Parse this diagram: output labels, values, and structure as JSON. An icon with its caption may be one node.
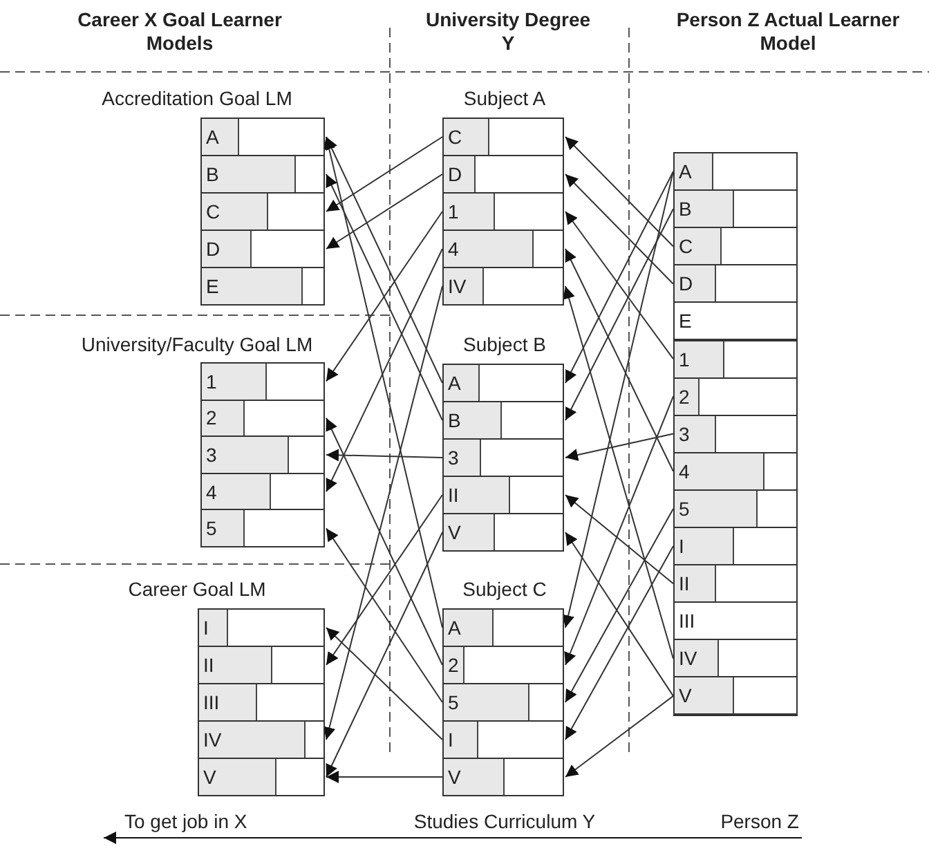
{
  "diagram": {
    "nodes": [
      {
        "text": [
          "Accreditation Goal LM"
        ]
      },
      {
        "text": [
          "A"
        ],
        "in": 0
      },
      {
        "text": [
          "B"
        ],
        "in": 0
      },
      {
        "text": [
          "C"
        ],
        "in": 0
      },
      {
        "text": [
          "D"
        ],
        "in": 0
      },
      {
        "text": [
          "E"
        ],
        "in": 0
      },
      {
        "text": [
          "University/Faculty Goal LM"
        ]
      },
      {
        "text": [
          "1"
        ],
        "in": 6
      },
      {
        "text": [
          "2"
        ],
        "in": 6
      },
      {
        "text": [
          "3"
        ],
        "in": 6
      },
      {
        "text": [
          "4"
        ],
        "in": 6
      },
      {
        "text": [
          "5"
        ],
        "in": 6
      },
      {
        "text": [
          "Career Goal LM"
        ]
      },
      {
        "text": [
          "I"
        ],
        "in": 12
      },
      {
        "text": [
          "II"
        ],
        "in": 12
      },
      {
        "text": [
          "III"
        ],
        "in": 12
      },
      {
        "text": [
          "IV"
        ],
        "in": 12
      },
      {
        "text": [
          "V"
        ],
        "in": 12
      },
      {
        "text": [
          "Subject A"
        ]
      },
      {
        "text": [
          "C"
        ],
        "in": 18
      },
      {
        "text": [
          "D"
        ],
        "in": 18
      },
      {
        "text": [
          "1"
        ],
        "in": 18
      },
      {
        "text": [
          "4"
        ],
        "in": 18
      },
      {
        "text": [
          "IV"
        ],
        "in": 18
      },
      {
        "text": [
          "Subject B"
        ]
      },
      {
        "text": [
          "A"
        ],
        "in": 24
      },
      {
        "text": [
          "B"
        ],
        "in": 24
      },
      {
        "text": [
          "3"
        ],
        "in": 24
      },
      {
        "text": [
          "II"
        ],
        "in": 24
      },
      {
        "text": [
          "V"
        ],
        "in": 24
      },
      {
        "text": [
          "Subject C"
        ]
      },
      {
        "text": [
          "A"
        ],
        "in": 30
      },
      {
        "text": [
          "2"
        ],
        "in": 30
      },
      {
        "text": [
          "5"
        ],
        "in": 30
      },
      {
        "text": [
          "I"
        ],
        "in": 30
      },
      {
        "text": [
          "V"
        ],
        "in": 30
      },
      {
        "text": [],
        "shape": "box"
      },
      {
        "text": [
          "A"
        ],
        "in": 36
      },
      {
        "text": [
          "B"
        ],
        "in": 36
      },
      {
        "text": [
          "C"
        ],
        "in": 36
      },
      {
        "text": [
          "D"
        ],
        "in": 36
      },
      {
        "text": [
          "E"
        ],
        "in": 36
      },
      {
        "text": [
          "1"
        ],
        "in": 36
      },
      {
        "text": [
          "2"
        ],
        "in": 36
      },
      {
        "text": [
          "3"
        ],
        "in": 36
      },
      {
        "text": [
          "4"
        ],
        "in": 36
      },
      {
        "text": [
          "5"
        ],
        "in": 36
      },
      {
        "text": [
          "I"
        ],
        "in": 36
      },
      {
        "text": [
          "II"
        ],
        "in": 36
      },
      {
        "text": [
          "III"
        ],
        "in": 36
      },
      {
        "text": [
          "IV"
        ],
        "in": 36
      },
      {
        "text": [
          "V"
        ],
        "in": 36
      }
    ],
    "edges": [
      {
        "from": 39,
        "to": 19,
        "arrow": "to"
      },
      {
        "from": 40,
        "to": 20,
        "arrow": "to"
      },
      {
        "from": 42,
        "to": 21,
        "arrow": "to"
      },
      {
        "from": 45,
        "to": 22,
        "arrow": "to"
      },
      {
        "from": 50,
        "to": 23,
        "arrow": "to"
      },
      {
        "from": 37,
        "to": 25,
        "arrow": "to"
      },
      {
        "from": 38,
        "to": 26,
        "arrow": "to"
      },
      {
        "from": 44,
        "to": 27,
        "arrow": "to"
      },
      {
        "from": 48,
        "to": 28,
        "arrow": "to"
      },
      {
        "from": 51,
        "to": 29,
        "arrow": "to"
      },
      {
        "from": 37,
        "to": 31,
        "arrow": "to"
      },
      {
        "from": 43,
        "to": 32,
        "arrow": "to"
      },
      {
        "from": 46,
        "to": 33,
        "arrow": "to"
      },
      {
        "from": 47,
        "to": 34,
        "arrow": "to"
      },
      {
        "from": 51,
        "to": 35,
        "arrow": "to"
      },
      {
        "from": 19,
        "to": 3,
        "arrow": "to"
      },
      {
        "from": 20,
        "to": 4,
        "arrow": "to"
      },
      {
        "from": 21,
        "to": 7,
        "arrow": "to"
      },
      {
        "from": 22,
        "to": 10,
        "arrow": "to"
      },
      {
        "from": 23,
        "to": 16,
        "arrow": "to"
      },
      {
        "from": 25,
        "to": 1,
        "arrow": "to"
      },
      {
        "from": 26,
        "to": 2,
        "arrow": "to"
      },
      {
        "from": 27,
        "to": 9,
        "arrow": "to"
      },
      {
        "from": 28,
        "to": 14,
        "arrow": "to"
      },
      {
        "from": 29,
        "to": 17,
        "arrow": "to"
      },
      {
        "from": 31,
        "to": 1,
        "arrow": "to"
      },
      {
        "from": 32,
        "to": 8,
        "arrow": "to"
      },
      {
        "from": 33,
        "to": 11,
        "arrow": "to"
      },
      {
        "from": 34,
        "to": 13,
        "arrow": "to"
      },
      {
        "from": 35,
        "to": 17,
        "arrow": "to"
      }
    ],
    "labels": [
      "Career X Goal Learner Models",
      "University Degree Y",
      "Person Z Actual Learner Model",
      "To get job in X",
      "Studies Curriculum Y",
      "Person Z"
    ]
  }
}
